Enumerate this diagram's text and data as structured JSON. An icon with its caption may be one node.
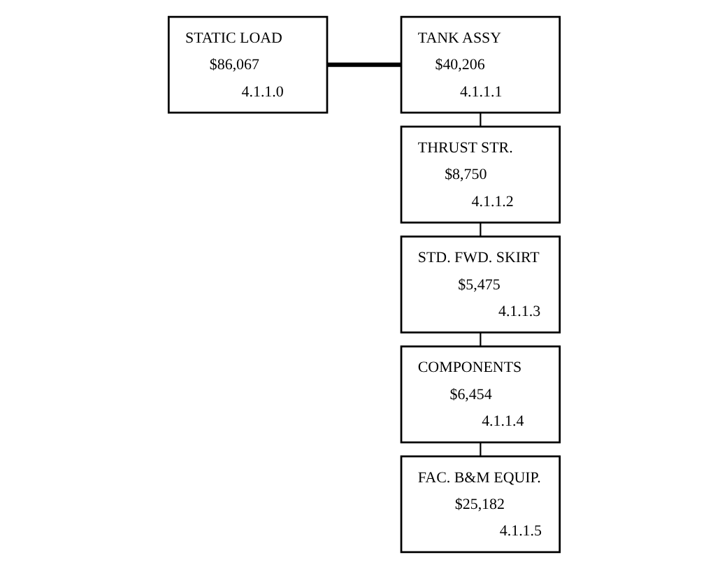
{
  "diagram": {
    "nodes": [
      {
        "text": [
          "STATIC LOAD",
          "$86,067",
          "4.1.1.0"
        ]
      },
      {
        "text": [
          "TANK ASSY",
          "$40,206",
          "4.1.1.1"
        ]
      },
      {
        "text": [
          "THRUST STR.",
          "$8,750",
          "4.1.1.2"
        ]
      },
      {
        "text": [
          "STD. FWD. SKIRT",
          "$5,475",
          "4.1.1.3"
        ]
      },
      {
        "text": [
          "COMPONENTS",
          "$6,454",
          "4.1.1.4"
        ]
      },
      {
        "text": [
          "FAC. B&M EQUIP.",
          "$25,182",
          "4.1.1.5"
        ]
      }
    ],
    "edges": [
      {
        "from": 0,
        "to": 1,
        "arrow": "none",
        "style": "thick"
      },
      {
        "from": 1,
        "to": 2,
        "arrow": "none"
      },
      {
        "from": 2,
        "to": 3,
        "arrow": "none"
      },
      {
        "from": 3,
        "to": 4,
        "arrow": "none"
      },
      {
        "from": 4,
        "to": 5,
        "arrow": "none"
      }
    ]
  }
}
